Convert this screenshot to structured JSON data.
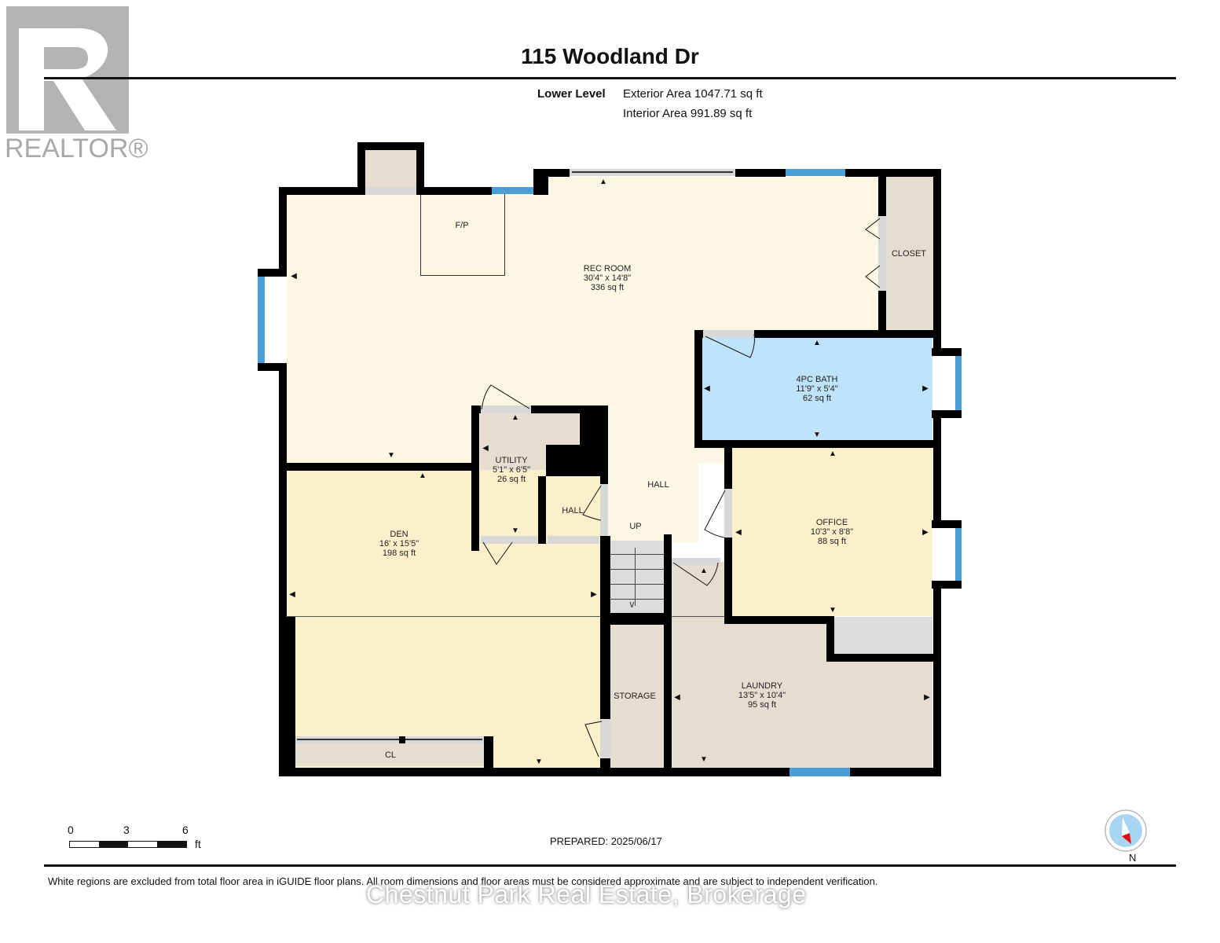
{
  "header": {
    "logo_text": "REALTOR®",
    "title": "115 Woodland Dr",
    "level": "Lower Level",
    "exterior_area": "Exterior Area 1047.71 sq ft",
    "interior_area": "Interior Area 991.89 sq ft"
  },
  "rooms": {
    "rec_room": {
      "name": "REC ROOM",
      "dims": "30'4\" x 14'8\"",
      "area": "336 sq ft"
    },
    "fireplace": {
      "name": "F/P"
    },
    "closet": {
      "name": "CLOSET"
    },
    "bath": {
      "name": "4PC BATH",
      "dims": "11'9\" x 5'4\"",
      "area": "62 sq ft"
    },
    "utility": {
      "name": "UTILITY",
      "dims": "5'1\" x 6'5\"",
      "area": "26 sq ft"
    },
    "hall_main": {
      "name": "HALL"
    },
    "hall_small": {
      "name": "HALL"
    },
    "stairs": {
      "name": "UP"
    },
    "office": {
      "name": "OFFICE",
      "dims": "10'3\" x 8'8\"",
      "area": "88 sq ft"
    },
    "den": {
      "name": "DEN",
      "dims": "16' x 15'5\"",
      "area": "198 sq ft"
    },
    "den_closet": {
      "name": "CL"
    },
    "storage": {
      "name": "STORAGE"
    },
    "laundry": {
      "name": "LAUNDRY",
      "dims": "13'5\" x 10'4\"",
      "area": "95 sq ft"
    }
  },
  "colors": {
    "rec_room": "#fdf6e3",
    "den": "#fcefcb",
    "office": "#fcefcb",
    "bath": "#bfe3fa",
    "utility": "#e6ddd0",
    "laundry": "#e6ddd0",
    "storage": "#e6ddd0",
    "closet": "#e6ddd0",
    "window": "#4a9fd8",
    "door_opening": "#d8d8d8",
    "wall": "#000000"
  },
  "scale": {
    "ticks": [
      "0",
      "3",
      "6"
    ],
    "unit": "ft"
  },
  "prepared": "PREPARED: 2025/06/17",
  "compass": {
    "label": "N"
  },
  "footer": {
    "disclaimer": "White regions are excluded from total floor area in iGUIDE floor plans. All room dimensions and floor areas must be considered approximate and are subject to independent verification.",
    "watermark": "Chestnut Park Real Estate, Brokerage"
  }
}
